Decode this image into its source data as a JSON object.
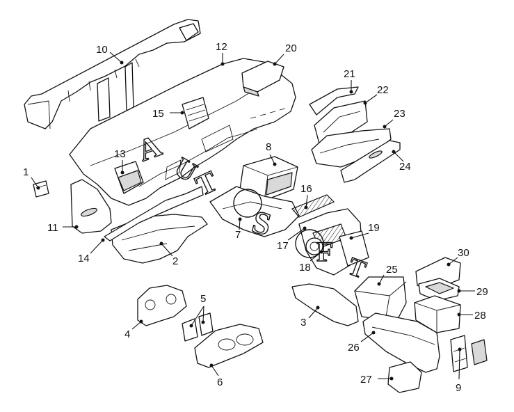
{
  "callouts": {
    "c1": "1",
    "c2": "2",
    "c3": "3",
    "c4": "4",
    "c5": "5",
    "c6": "6",
    "c7": "7",
    "c8": "8",
    "c9": "9",
    "c10": "10",
    "c11": "11",
    "c12": "12",
    "c13": "13",
    "c14": "14",
    "c15": "15",
    "c16": "16",
    "c17": "17",
    "c18": "18",
    "c19": "19",
    "c20": "20",
    "c21": "21",
    "c22": "22",
    "c23": "23",
    "c24": "24",
    "c25": "25",
    "c26": "26",
    "c27": "27",
    "c28": "28",
    "c29": "29",
    "c30": "30"
  },
  "watermark": {
    "text": "AUTOSOFT"
  },
  "colors": {
    "line": "#111111",
    "background": "#ffffff",
    "shade": "#d9d9d9"
  }
}
